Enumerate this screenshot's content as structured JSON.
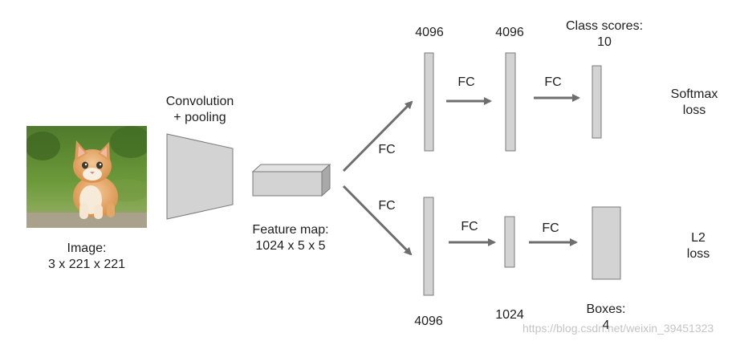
{
  "image": {
    "label_line1": "Image:",
    "label_line2": "3 x 221 x 221"
  },
  "conv": {
    "label_line1": "Convolution",
    "label_line2": "+ pooling"
  },
  "feature_map": {
    "label_line1": "Feature map:",
    "label_line2": "1024 x 5 x 5"
  },
  "top_branch": {
    "fc_split": "FC",
    "fc1": "FC",
    "fc2": "FC",
    "layer1_size": "4096",
    "layer2_size": "4096",
    "output_line1": "Class scores:",
    "output_line2": "10",
    "loss_line1": "Softmax",
    "loss_line2": "loss"
  },
  "bottom_branch": {
    "fc_split": "FC",
    "fc1": "FC",
    "fc2": "FC",
    "layer1_size": "4096",
    "layer2_size": "1024",
    "output_line1": "Boxes:",
    "output_line2": "4",
    "loss_line1": "L2",
    "loss_line2": "loss"
  },
  "watermark": "https://blog.csdn.net/weixin_39451323",
  "colors": {
    "layer_fill": "#d3d3d3",
    "layer_stroke": "#7a7a7a",
    "arrow": "#6e6e6e"
  }
}
